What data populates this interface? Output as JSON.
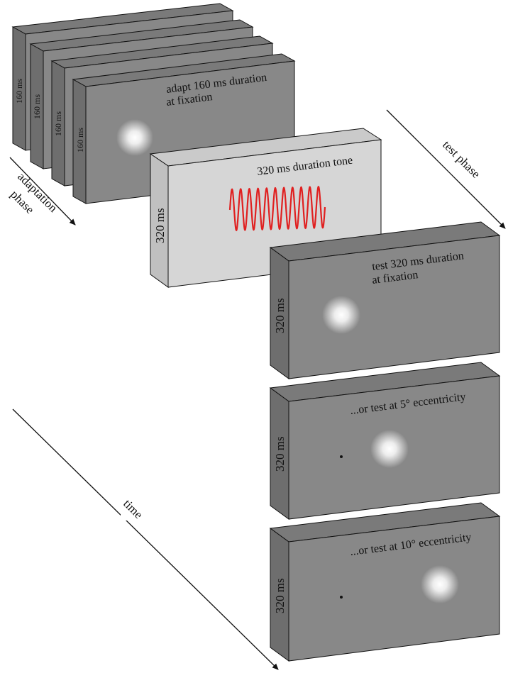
{
  "adaptation": {
    "frame_durations": [
      "160 ms",
      "160 ms",
      "160 ms",
      "160 ms"
    ],
    "caption_line1": "adapt 160 ms duration",
    "caption_line2": "at fixation",
    "phase_label_line1": "adaptation",
    "phase_label_line2": "phase"
  },
  "tone": {
    "duration": "320 ms",
    "caption": "320 ms duration tone",
    "wave_color": "#e02020"
  },
  "tests": [
    {
      "duration": "320 ms",
      "caption_line1": "test 320 ms duration",
      "caption_line2": "at fixation",
      "eccentricity": "0°"
    },
    {
      "duration": "320 ms",
      "caption_line1": "...or test at 5° eccentricity",
      "caption_line2": "",
      "eccentricity": "5°"
    },
    {
      "duration": "320 ms",
      "caption_line1": "...or test at 10° eccentricity",
      "caption_line2": "",
      "eccentricity": "10°"
    }
  ],
  "test_phase_label": "test phase",
  "time_label": "time",
  "colors": {
    "screen_front": "#8a8a8a",
    "screen_side": "#707070",
    "screen_top": "#7c7c7c",
    "tone_front": "#d4d4d4",
    "tone_side": "#c2c2c2",
    "tone_top": "#cacaca"
  }
}
